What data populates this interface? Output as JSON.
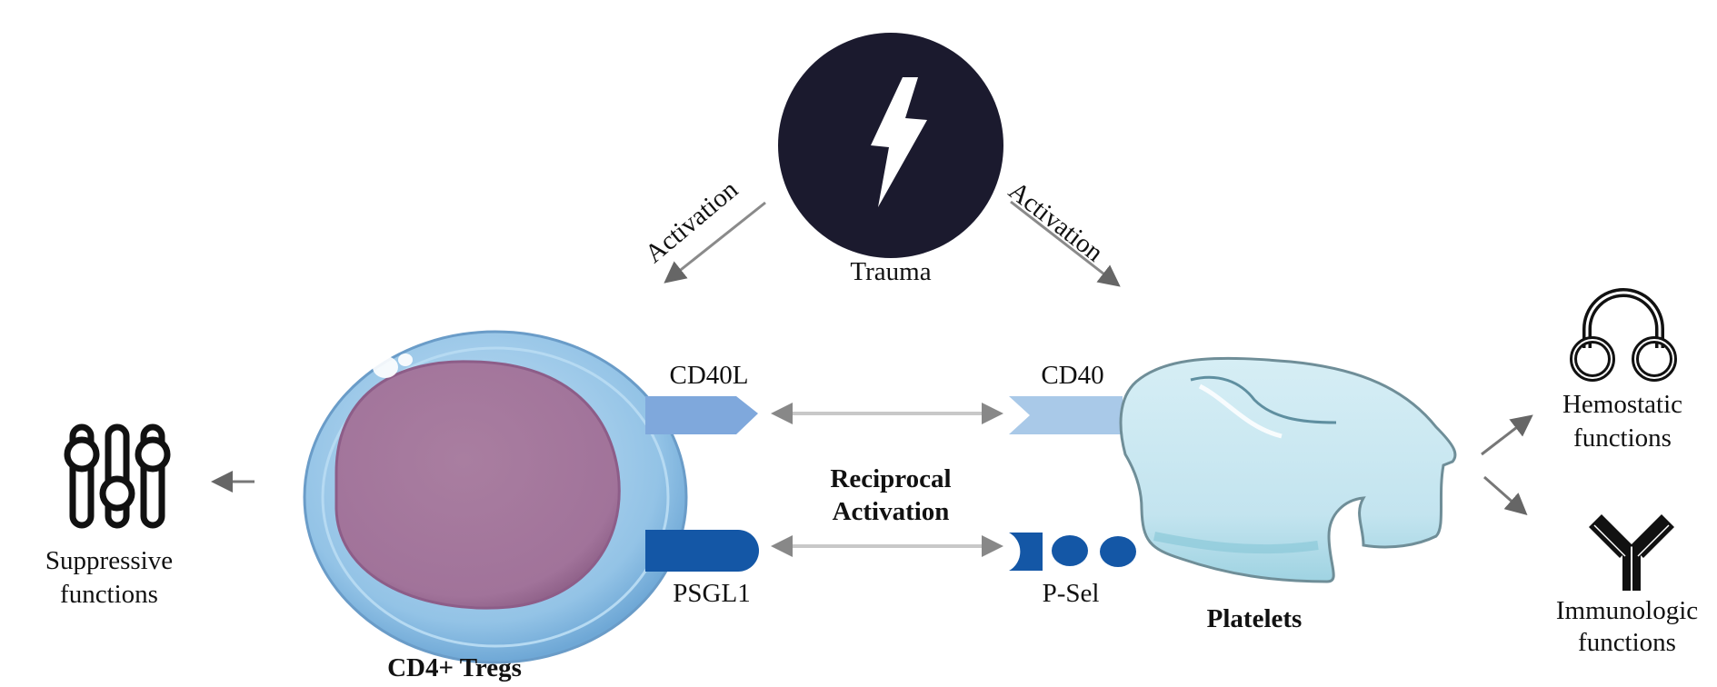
{
  "trauma": {
    "label": "Trauma",
    "icon": "lightning-bolt-icon"
  },
  "activation_left": {
    "label": "Activation"
  },
  "activation_right": {
    "label": "Activation"
  },
  "tregs": {
    "label": "CD4+ Tregs",
    "receptors": [
      {
        "name": "CD40L",
        "label": "CD40L"
      },
      {
        "name": "PSGL1",
        "label": "PSGL1"
      }
    ]
  },
  "platelets": {
    "label": "Platelets",
    "receptors": [
      {
        "name": "CD40",
        "label": "CD40"
      },
      {
        "name": "P-Sel",
        "label": "P-Sel"
      }
    ]
  },
  "center": {
    "line1": "Reciprocal",
    "line2": "Activation"
  },
  "suppressive": {
    "line1": "Suppressive",
    "line2": "functions",
    "icon": "sliders-icon"
  },
  "hemostatic": {
    "line1": "Hemostatic",
    "line2": "functions",
    "icon": "headphones-icon"
  },
  "immunologic": {
    "line1": "Immunologic",
    "line2": "functions",
    "icon": "antibody-icon"
  },
  "colors": {
    "trauma_circle": "#1b1a2e",
    "cell_outer": "#9cc8e8",
    "nucleus": "#a7799c",
    "cd40l": "#7fa8dc",
    "psgl1": "#1457a6",
    "platelet": "#cbe7f0",
    "arrow": "#7a7a7a"
  }
}
